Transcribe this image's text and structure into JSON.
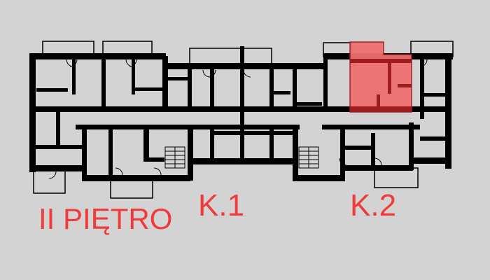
{
  "floor_label": "II PIĘTRO",
  "staircases": [
    {
      "label": "K.1"
    },
    {
      "label": "K.2"
    }
  ],
  "highlighted_unit": {
    "fill": "#ef6f6f",
    "stroke": "#9e1e1e"
  },
  "colors": {
    "background": "#d4d3d4",
    "walls": "#000000",
    "labels": "#ef3b3b"
  }
}
